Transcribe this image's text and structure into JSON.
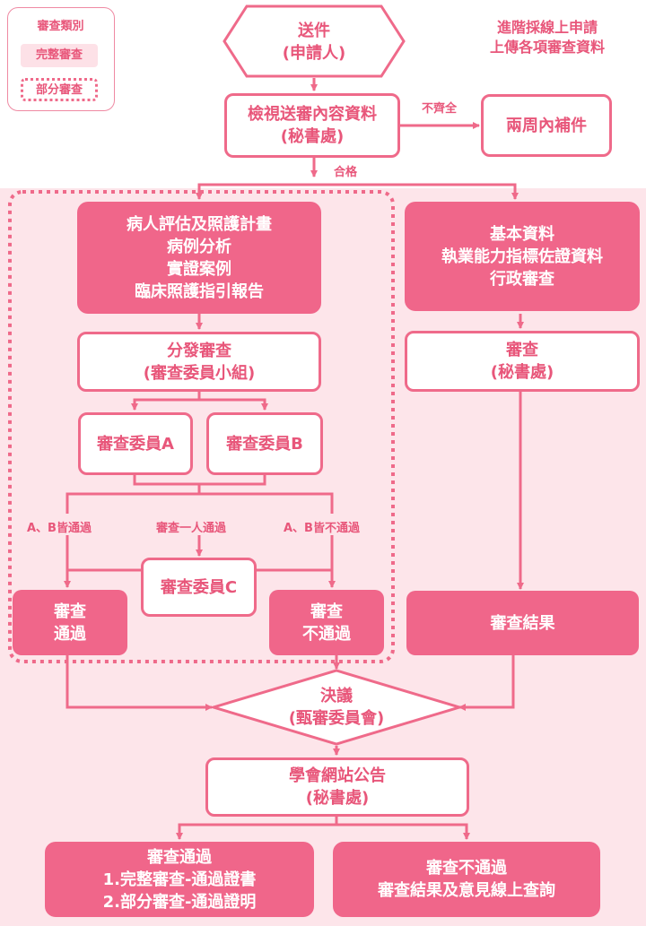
{
  "legend": {
    "title": "審查類別",
    "full": "完整審查",
    "partial": "部分審查"
  },
  "note": {
    "line1": "進階採線上申請",
    "line2": "上傳各項審查資料"
  },
  "nodes": {
    "submit": {
      "l1": "送件",
      "l2": "(申請人)"
    },
    "check": {
      "l1": "檢視送審內容資料",
      "l2": "(秘書處)"
    },
    "supplement": {
      "l1": "兩周內補件"
    },
    "left_docs": {
      "l1": "病人評估及照護計畫",
      "l2": "病例分析",
      "l3": "實證案例",
      "l4": "臨床照護指引報告"
    },
    "right_docs": {
      "l1": "基本資料",
      "l2": "執業能力指標佐證資料",
      "l3": "行政審查"
    },
    "assign": {
      "l1": "分發審查",
      "l2": "(審查委員小組)"
    },
    "right_review": {
      "l1": "審查",
      "l2": "(秘書處)"
    },
    "reviewer_a": {
      "l1": "審查委員A"
    },
    "reviewer_b": {
      "l1": "審查委員B"
    },
    "reviewer_c": {
      "l1": "審查委員C"
    },
    "pass": {
      "l1": "審查",
      "l2": "通過"
    },
    "fail": {
      "l1": "審查",
      "l2": "不通過"
    },
    "right_result": {
      "l1": "審查結果"
    },
    "decision": {
      "l1": "決議",
      "l2": "(甄審委員會)"
    },
    "announce": {
      "l1": "學會網站公告",
      "l2": "(秘書處)"
    },
    "final_pass": {
      "l1": "審查通過",
      "l2": "1.完整審查-通過證書",
      "l3": "2.部分審查-通過證明"
    },
    "final_fail": {
      "l1": "審查不通過",
      "l2": "審查結果及意見線上查詢"
    }
  },
  "edges": {
    "incomplete": "不齊全",
    "qualified": "合格",
    "both_pass": "A、B皆通過",
    "one_pass": "審查一人通過",
    "both_fail": "A、B皆不通過"
  },
  "colors": {
    "primary": "#f0668a",
    "text": "#e8567a",
    "background": "#fde5ea"
  }
}
